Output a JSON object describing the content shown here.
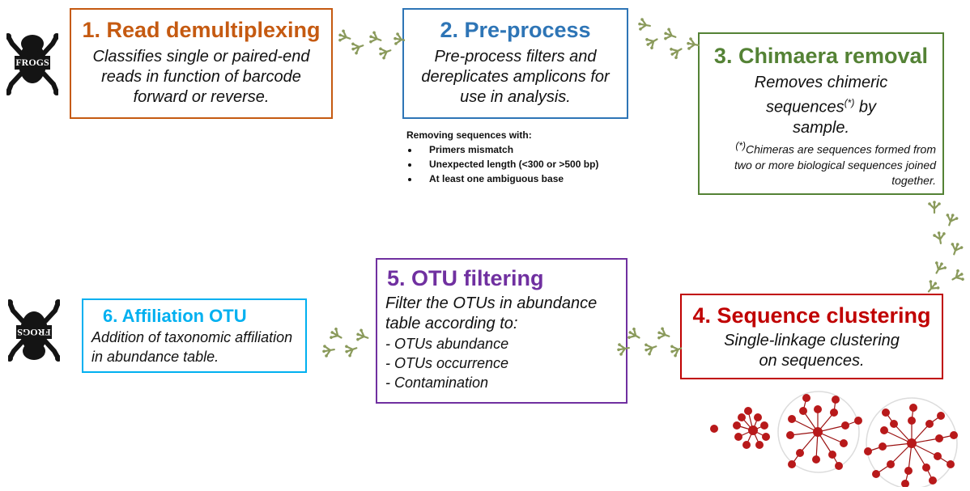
{
  "colors": {
    "step1": "#c55a11",
    "step2": "#2e75b6",
    "step3": "#548235",
    "step4": "#c00000",
    "step5": "#7030a0",
    "step6": "#00b0f0",
    "tracks": "#8a9a5b",
    "network_node": "#b8191a"
  },
  "frog_logo": {
    "text": "FROGS"
  },
  "steps": [
    {
      "title": "1. Read demultiplexing",
      "description": "Classifies single or paired-end reads in function of barcode forward or reverse."
    },
    {
      "title": "2. Pre-process",
      "description": "Pre-process filters and dereplicates amplicons for use in analysis."
    },
    {
      "title": "3. Chimaera removal",
      "description_part1": "Removes chimeric sequences",
      "description_sup": "(*)",
      "description_part2": " by sample."
    },
    {
      "title": "4. Sequence clustering",
      "description": "Single-linkage clustering on sequences."
    },
    {
      "title": "5. OTU filtering",
      "description": "Filter the OTUs in abundance table according to:",
      "items": [
        "- OTUs abundance",
        "- OTUs occurrence",
        "- Contamination"
      ]
    },
    {
      "title": "6. Affiliation OTU",
      "description": "Addition of taxonomic affiliation in abundance table."
    }
  ],
  "removing": {
    "heading": "Removing sequences with:",
    "items": [
      "Primers mismatch",
      "Unexpected length (<300 or >500 bp)",
      "At least one ambiguous base"
    ]
  },
  "chimera_note": {
    "sup": "(*)",
    "text": "Chimeras are sequences formed from two or more biological sequences joined together."
  }
}
